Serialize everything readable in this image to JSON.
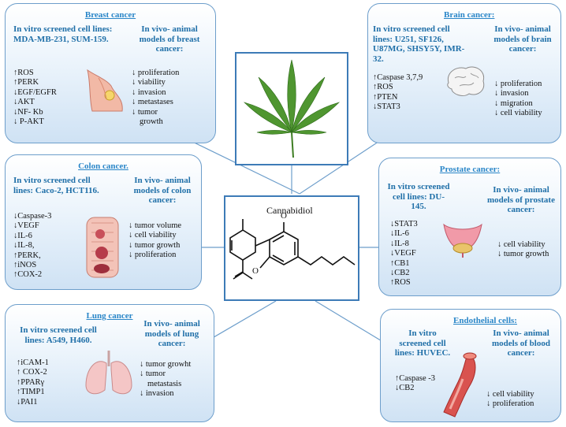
{
  "center": {
    "compound": "Cannabidiol",
    "atom_o1": "O",
    "atom_o2": "O"
  },
  "breast": {
    "title": "Breast cancer",
    "invitro_h": "In vitro screened cell lines: MDA-MB-231, SUM-159.",
    "invivo_h": "In vivo- animal models of breast cancer:",
    "invitro": [
      "↑ROS",
      "↑PERK",
      "↓EGF/EGFR",
      "↓AKT",
      "↓NF- Kb",
      "↓ P-AKT"
    ],
    "invivo": [
      "↓ proliferation",
      "↓ viability",
      "↓ invasion",
      "↓ metastases",
      "↓ tumor",
      "growth"
    ]
  },
  "brain": {
    "title": "Brain cancer:",
    "invitro_h": "In vitro screened cell lines: U251, SF126, U87MG, SHSY5Y, IMR-32.",
    "invivo_h": "In vivo- animal models of brain cancer:",
    "invitro": [
      "↑Caspase 3,7,9",
      "↑ROS",
      "↑PTEN",
      "↓STAT3"
    ],
    "invivo": [
      "↓ proliferation",
      "↓ invasion",
      "↓ migration",
      "↓ cell viability"
    ]
  },
  "colon": {
    "title": "Colon cancer.",
    "invitro_h": "In vitro screened cell lines: Caco-2, HCT116.",
    "invivo_h": "In vivo- animal models of colon cancer:",
    "invitro": [
      "↓Caspase-3",
      "↓VEGF",
      "↓IL-6",
      "↓IL-8,",
      "↑PERK,",
      "↑iNOS",
      "↑COX-2"
    ],
    "invivo": [
      "↓ tumor volume",
      "↓ cell viability",
      "↓ tumor growth",
      "↓ proliferation"
    ]
  },
  "prostate": {
    "title": "Prostate cancer:",
    "invitro_h": "In vitro screened cell lines: DU-145.",
    "invivo_h": "In vivo- animal models of prostate cancer:",
    "invitro": [
      "↓STAT3",
      "↓IL-6",
      "↓IL-8",
      "↓VEGF",
      "↑CB1",
      "↓CB2",
      "↑ROS"
    ],
    "invivo": [
      "↓ cell viability",
      "↓ tumor growth"
    ]
  },
  "lung": {
    "title": "Lung cancer",
    "invitro_h": "In vitro screened cell lines: A549, H460.",
    "invivo_h": "In vivo- animal models of lung cancer:",
    "invitro": [
      "↑iCAM-1",
      "↑ COX-2",
      "↑PPARγ",
      "↑TIMP1",
      "↓PAI1"
    ],
    "invivo": [
      "↓ tumor growht",
      "↓ tumor",
      "metastasis",
      "↓ invasion"
    ]
  },
  "endothelial": {
    "title": "Endothelial cells:",
    "invitro_h": "In vitro screened cell lines: HUVEC.",
    "invivo_h": "In vivo- animal models of blood cancer:",
    "invitro": [
      "↑Caspase -3",
      "↓CB2"
    ],
    "invivo": [
      "↓ cell viability",
      "↓ proliferation"
    ]
  },
  "colors": {
    "box_border": "#6d9ecb",
    "title": "#2a86c8",
    "heading": "#1f6fa8",
    "connector": "#6d9ecb",
    "leaf": "#4a8a2a"
  }
}
